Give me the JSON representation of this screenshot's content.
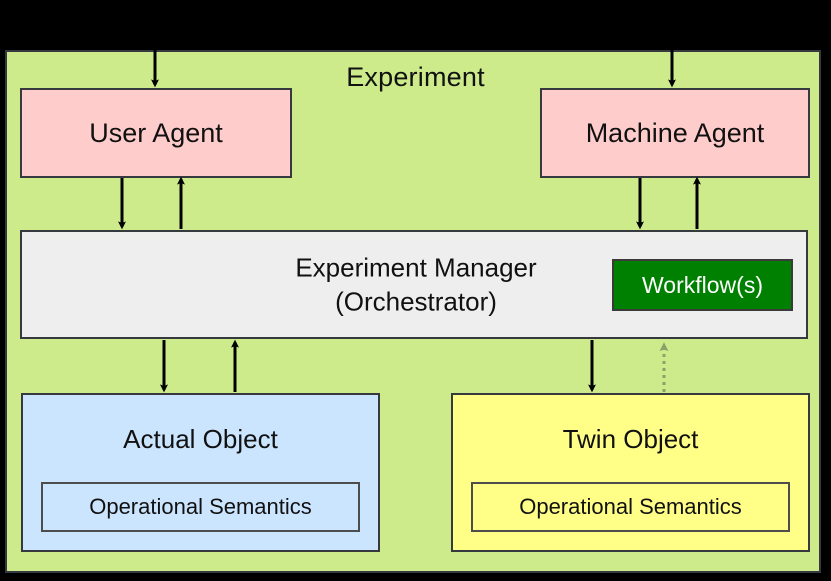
{
  "diagram": {
    "title": "Experiment",
    "colors": {
      "page_background": "#000000",
      "experiment_fill": "#cdeb8b",
      "agent_fill": "#ffcccc",
      "manager_fill": "#eeeeee",
      "workflow_fill": "#008000",
      "workflow_text": "#ffffff",
      "actual_object_fill": "#cce5ff",
      "twin_object_fill": "#ffff88",
      "stroke": "#36393d",
      "dotted_arrow": "#8ba06a"
    },
    "nodes": {
      "user_agent": {
        "label": "User Agent"
      },
      "machine_agent": {
        "label": "Machine Agent"
      },
      "experiment_manager": {
        "line1": "Experiment Manager",
        "line2": "(Orchestrator)"
      },
      "workflows": {
        "label": "Workflow(s)"
      },
      "actual_object": {
        "label": "Actual Object",
        "semantics_label": "Operational Semantics"
      },
      "twin_object": {
        "label": "Twin Object",
        "semantics_label": "Operational Semantics"
      }
    },
    "edges": [
      {
        "name": "external-to-user-agent",
        "from": "outside",
        "to": "user_agent",
        "style": "solid",
        "direction": "down"
      },
      {
        "name": "external-to-machine-agent",
        "from": "outside",
        "to": "machine_agent",
        "style": "solid",
        "direction": "down"
      },
      {
        "name": "user-agent-to-manager",
        "from": "user_agent",
        "to": "experiment_manager",
        "style": "solid",
        "direction": "down"
      },
      {
        "name": "manager-to-user-agent",
        "from": "experiment_manager",
        "to": "user_agent",
        "style": "solid",
        "direction": "up"
      },
      {
        "name": "machine-agent-to-manager",
        "from": "machine_agent",
        "to": "experiment_manager",
        "style": "solid",
        "direction": "down"
      },
      {
        "name": "manager-to-machine-agent",
        "from": "experiment_manager",
        "to": "machine_agent",
        "style": "solid",
        "direction": "up"
      },
      {
        "name": "manager-to-actual-object",
        "from": "experiment_manager",
        "to": "actual_object",
        "style": "solid",
        "direction": "down"
      },
      {
        "name": "actual-object-to-manager",
        "from": "actual_object",
        "to": "experiment_manager",
        "style": "solid",
        "direction": "up"
      },
      {
        "name": "manager-to-twin-object",
        "from": "experiment_manager",
        "to": "twin_object",
        "style": "solid",
        "direction": "down"
      },
      {
        "name": "twin-object-to-workflows",
        "from": "twin_object",
        "to": "workflows",
        "style": "dotted",
        "direction": "up"
      }
    ]
  }
}
